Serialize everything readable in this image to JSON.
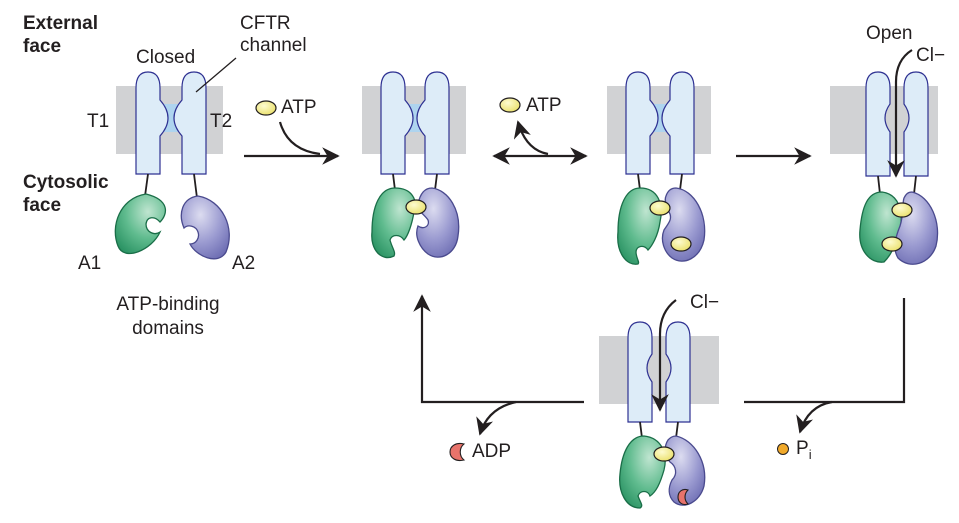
{
  "labels": {
    "external_face": "External\nface",
    "cytosolic_face": "Cytosolic\nface",
    "cftr_channel": "CFTR\nchannel",
    "closed": "Closed",
    "open": "Open",
    "t1": "T1",
    "t2": "T2",
    "a1": "A1",
    "a2": "A2",
    "atp_binding_domains": "ATP-binding\ndomains",
    "atp_in": "ATP",
    "atp_exchange": "ATP",
    "cl_open": "Cl−",
    "cl_bottom": "Cl−",
    "adp": "ADP",
    "pi": "P",
    "pi_sub": "i"
  },
  "colors": {
    "membrane": "#d1d2d4",
    "helix_fill": "#ddecf8",
    "helix_stroke": "#2e3192",
    "pore": "#aed4ef",
    "domain_a1": "#2e9e6e",
    "domain_a1_light": "#a9dcc2",
    "domain_a2": "#7474b6",
    "domain_a2_light": "#c8c8e6",
    "atp": "#f4ef8a",
    "adp": "#e8736b",
    "pi": "#f0a92a",
    "arrow": "#231f20"
  }
}
